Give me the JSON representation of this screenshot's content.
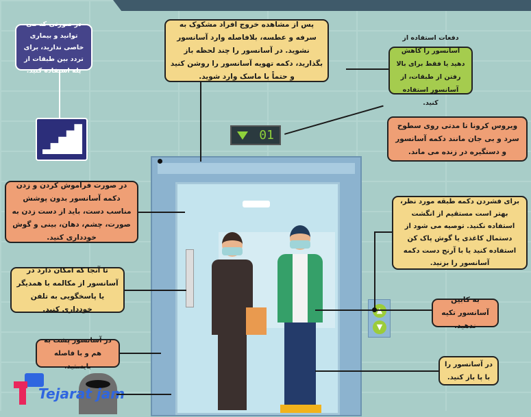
{
  "display": {
    "floor": "01",
    "direction": "down"
  },
  "tips": {
    "stairs": "در صورتی که می توانید و بیماری خاصی ندارید، برای تردد بین طبقات از پله استفاده کنید.",
    "exit_wait": "پس از مشاهده خروج افراد مشکوک به سرفه و عطسه، بلافاصله وارد آسانسور نشوید. در آسانسور را چند لحظه باز بگذارید، دکمه تهویه آسانسور را روشن کنید و حتماً با ماسک وارد شوید.",
    "reduce_use": "دفعات استفاده از آسانسور را کاهش دهید یا فقط برای بالا رفتن از طبقات، از آسانسور استفاده کنید.",
    "surfaces": "ویروس کرونا تا مدتی روی سطوح سرد و بی جان مانند دکمه آسانسور و دستگیره در زنده می ماند.",
    "face_touch": "در صورت فراموش کردن و زدن دکمه آسانسور بدون پوشش مناسب دست، باید از دست زدن به صورت، چشم، دهان، بینی و گوش خودداری کنید.",
    "no_talk": "تا آنجا که امکان دارد در آسانسور از مکالمه با همدیگر یا پاسخگویی به تلفن خودداری کنید.",
    "buttons": "برای فشردن دکمه طبقه مورد نظر، بهتر است مستقیم از انگشت استفاده نکنید. توصیه می شود از دستمال کاغذی یا گوش پاک کن استفاده کنید یا با آرنج دست دکمه آسانسور را بزنید.",
    "no_lean": "به کابین آسانسور تکیه ندهید.",
    "back_to_back": "در آسانسور پشت به هم و با فاصله بایستید.",
    "foot_door": "در آسانسور را با پا باز کنید."
  },
  "logo": {
    "text": "Tejarat jam"
  },
  "colors": {
    "yellow": "#f4d88a",
    "orange": "#ef9f75",
    "green": "#a5cc4e",
    "purple": "#45448a",
    "wall": "#a8cdc8"
  }
}
